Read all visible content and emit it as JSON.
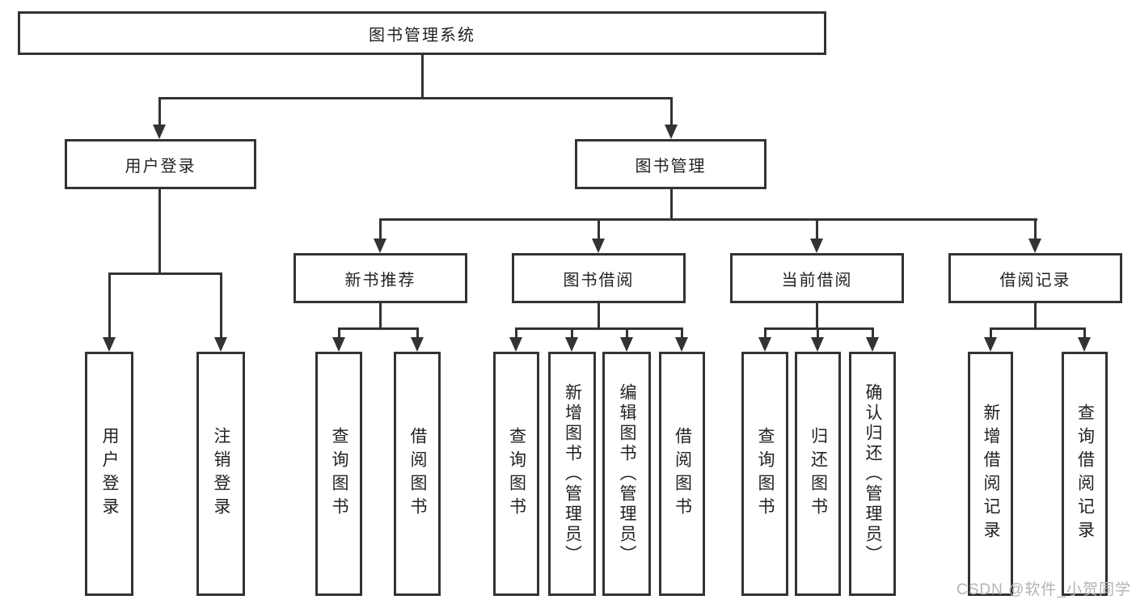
{
  "diagram": {
    "root": {
      "label": "图书管理系统"
    },
    "user_branch": {
      "label": "用户登录",
      "children": [
        {
          "label": "用户登录"
        },
        {
          "label": "注销登录"
        }
      ]
    },
    "book_branch": {
      "label": "图书管理",
      "groups": [
        {
          "label": "新书推荐",
          "children": [
            {
              "label": "查询图书"
            },
            {
              "label": "借阅图书"
            }
          ]
        },
        {
          "label": "图书借阅",
          "children": [
            {
              "label": "查询图书"
            },
            {
              "label": "新增图书（管理员）"
            },
            {
              "label": "编辑图书（管理员）"
            },
            {
              "label": "借阅图书"
            }
          ]
        },
        {
          "label": "当前借阅",
          "children": [
            {
              "label": "查询图书"
            },
            {
              "label": "归还图书"
            },
            {
              "label": "确认归还（管理员）"
            }
          ]
        },
        {
          "label": "借阅记录",
          "children": [
            {
              "label": "新增借阅记录"
            },
            {
              "label": "查询借阅记录"
            }
          ]
        }
      ]
    }
  },
  "watermark": {
    "text": "CSDN @软件_小贺同学",
    "color": "#b3b3b3"
  },
  "colors": {
    "line": "#333333",
    "box_border": "#333333",
    "box_fill": "#ffffff",
    "text": "#222222",
    "watermark": "#b3b3b3"
  }
}
